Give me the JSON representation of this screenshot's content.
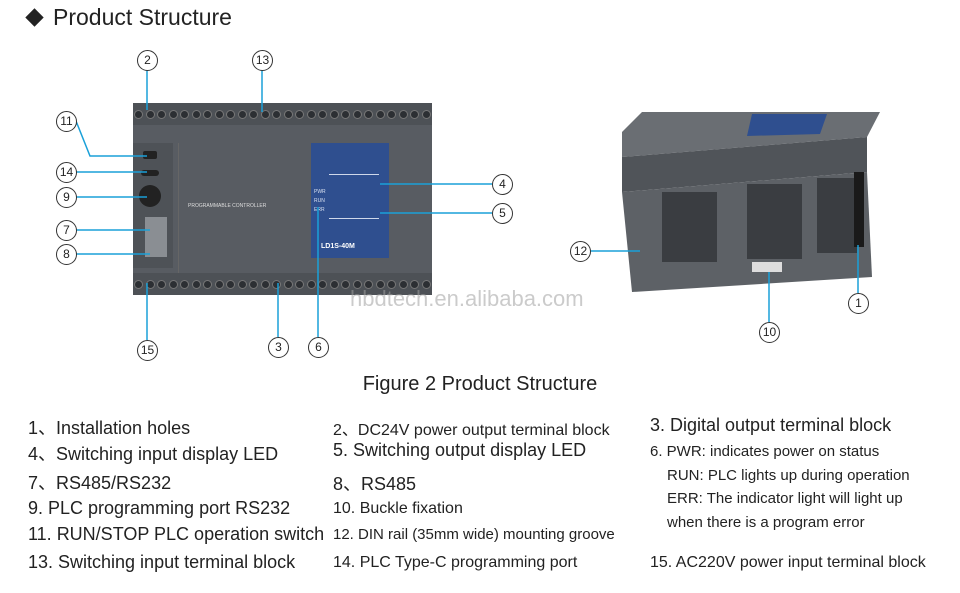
{
  "heading": "Product Structure",
  "caption": "Figure 2 Product Structure",
  "device": {
    "label": "PROGRAMMABLE CONTROLLER",
    "model": "LD1S-40M",
    "leds": [
      "PWR",
      "RUN",
      "ERR"
    ]
  },
  "watermark": "hbdtech.en.alibaba.com",
  "callouts": [
    "1",
    "2",
    "3",
    "4",
    "5",
    "6",
    "7",
    "8",
    "9",
    "10",
    "11",
    "12",
    "13",
    "14",
    "15"
  ],
  "legend": {
    "col1": [
      "1、Installation holes",
      "4、Switching input display LED",
      "7、RS485/RS232",
      "9. PLC programming port RS232",
      "11. RUN/STOP PLC operation switch",
      "13. Switching input terminal block"
    ],
    "col2": [
      "2、DC24V power output terminal block",
      "5. Switching output display LED",
      "8、RS485",
      "10. Buckle fixation",
      "12. DIN rail (35mm wide) mounting groove",
      "14. PLC Type-C programming port"
    ],
    "col3": [
      "3. Digital output terminal block",
      "6. PWR: indicates power on status",
      "RUN: PLC lights up during operation",
      "ERR: The indicator light will light up",
      "when there is a program error",
      "15. AC220V power input terminal block"
    ]
  },
  "colors": {
    "panel": "#2f4f8f",
    "body": "#585c62",
    "leader": "#1aa0d8"
  }
}
